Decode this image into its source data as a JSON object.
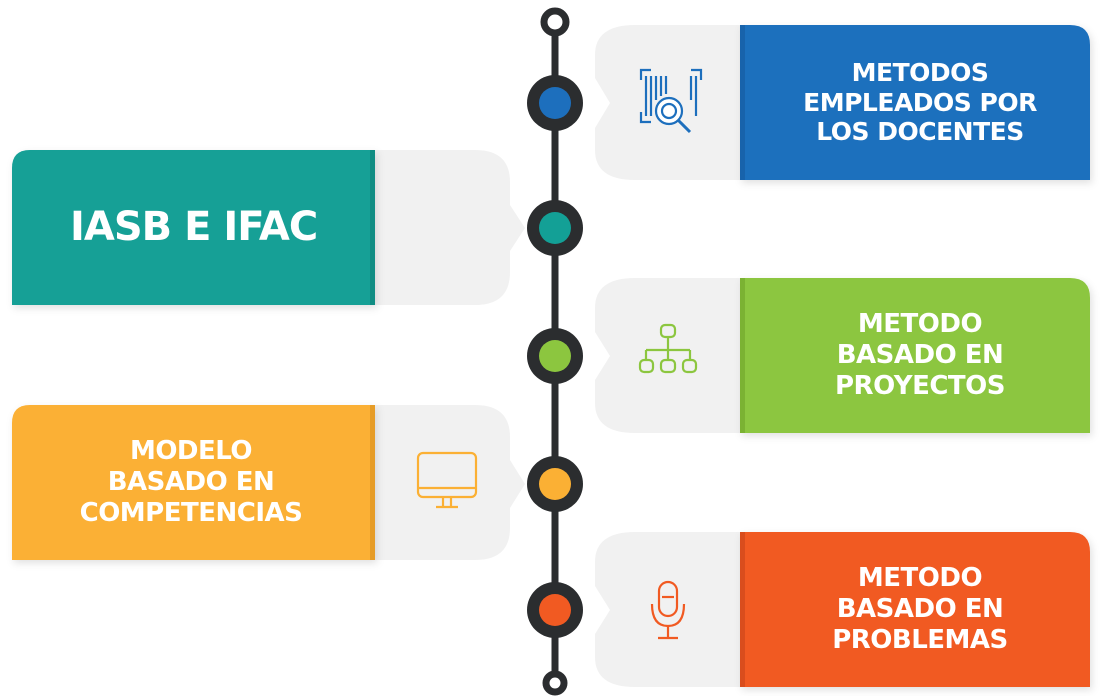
{
  "colors": {
    "blue": "#1D6FBD",
    "teal": "#13A096",
    "green": "#8CC63F",
    "orange_yellow": "#FBB034",
    "red_orange": "#F15A22",
    "spine": "#2B2D2F",
    "card_gray": "#F1F1F1"
  },
  "items": [
    {
      "label_lines": [
        "METODOS",
        "EMPLEADOS POR",
        "LOS DOCENTES"
      ],
      "color": "blue",
      "icon": "barcode-search-icon"
    },
    {
      "label_lines": [
        "IASB E IFAC"
      ],
      "color": "teal",
      "icon": ""
    },
    {
      "label_lines": [
        "METODO",
        "BASADO EN",
        "PROYECTOS"
      ],
      "color": "green",
      "icon": "hierarchy-icon"
    },
    {
      "label_lines": [
        "MODELO",
        "BASADO EN",
        "COMPETENCIAS"
      ],
      "color": "orange_yellow",
      "icon": "monitor-icon"
    },
    {
      "label_lines": [
        "METODO",
        "BASADO EN",
        "PROBLEMAS"
      ],
      "color": "red_orange",
      "icon": "microphone-icon"
    }
  ]
}
